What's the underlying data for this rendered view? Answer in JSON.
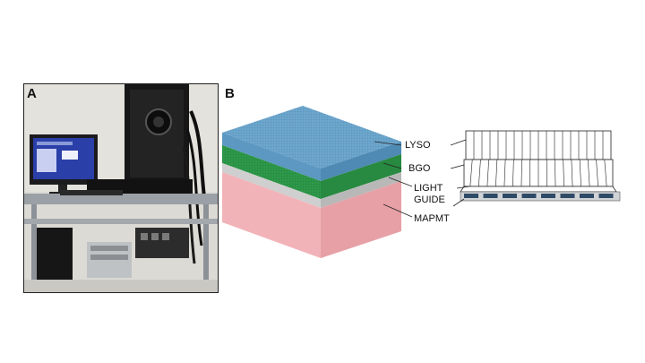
{
  "panels": {
    "a": {
      "letter": "A"
    },
    "b": {
      "letter": "B"
    }
  },
  "labels": {
    "lyso": "LYSO",
    "bgo": "BGO",
    "light_guide_line1": "LIGHT",
    "light_guide_line2": "GUIDE",
    "mapmt": "MAPMT"
  },
  "colors": {
    "lyso": "#6fa8cf",
    "bgo": "#2e9a4a",
    "light_guide": "#c9c9c9",
    "mapmt": "#f2b3b8",
    "pmt_pixels": "#2f4a66"
  }
}
